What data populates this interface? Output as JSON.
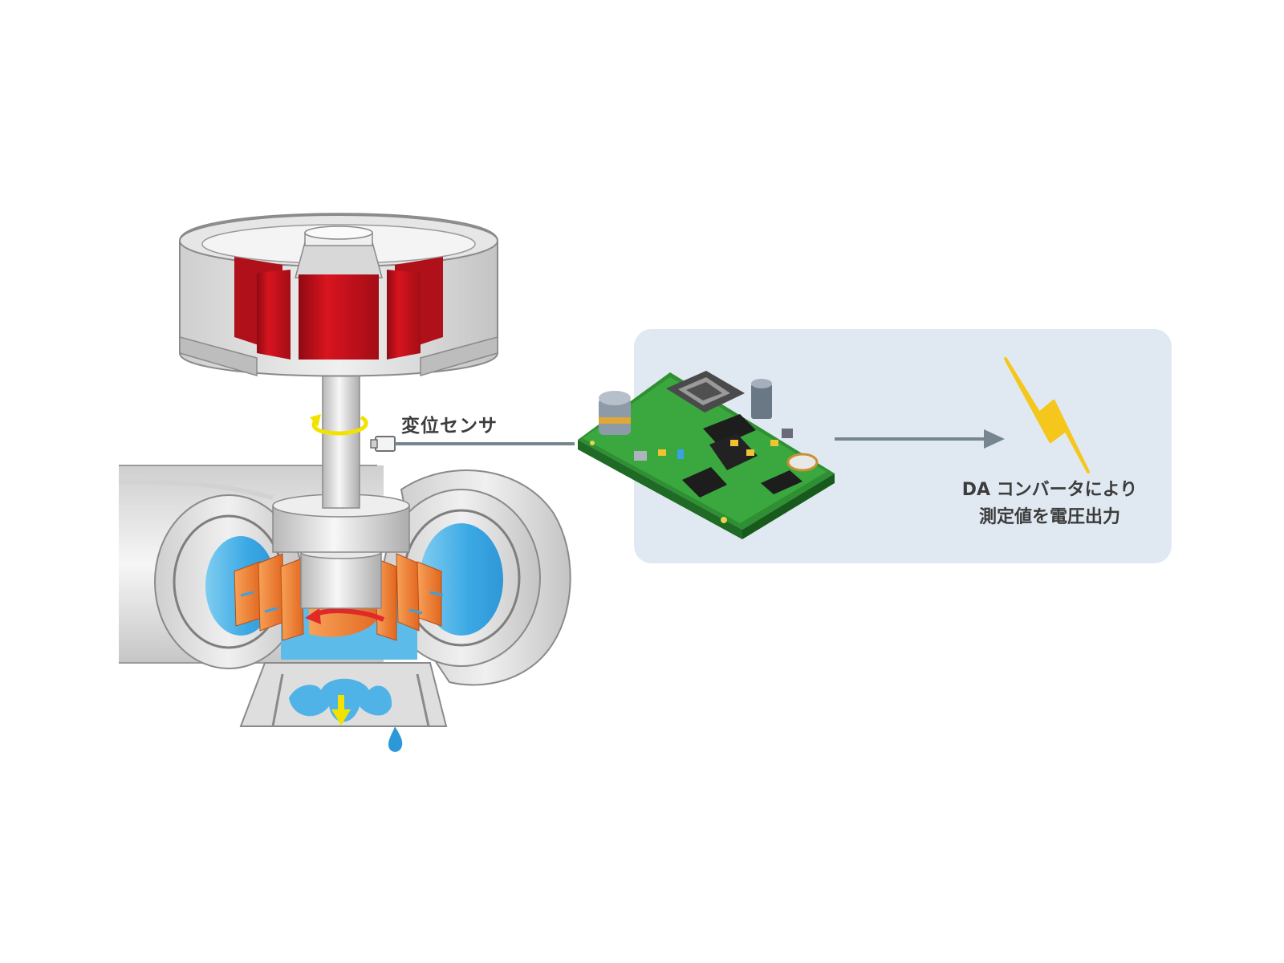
{
  "labels": {
    "sensor": "変位センサ",
    "output_line1": "DA コンバータにより",
    "output_line2": "測定値を電圧出力"
  },
  "colors": {
    "panel_bg": "#e0e9f1",
    "rotor_red": "#c8141e",
    "runner_orange": "#ee7e2e",
    "water_blue": "#50b4e8",
    "pcb_green": "#38a33c",
    "arrow_gray": "#76858f",
    "lightning_yellow": "#f5c61c",
    "rotation_arrow_yellow": "#f2e200"
  },
  "icons": [
    "generator-rotor-icon",
    "turbine-casing-icon",
    "displacement-sensor-icon",
    "circuit-board-icon",
    "arrow-right-icon",
    "lightning-icon"
  ]
}
